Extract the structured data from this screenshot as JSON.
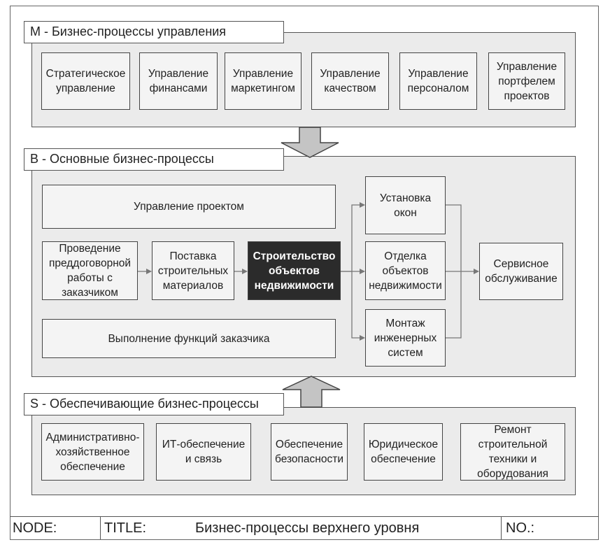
{
  "groups": {
    "m": {
      "label": "M - Бизнес-процессы управления",
      "items": [
        "Стратегическое управление",
        "Управление финансами",
        "Управление маркетингом",
        "Управление качеством",
        "Управление персоналом",
        "Управление портфелем проектов"
      ]
    },
    "b": {
      "label": "B - Основные бизнес-процессы",
      "project_management": "Управление проектом",
      "customer_functions": "Выполнение функций заказчика",
      "pre_contract": "Проведение преддоговорной работы с заказчиком",
      "supply": "Поставка строительных материалов",
      "construction": "Строительство объектов недвижимости",
      "windows": "Установка окон",
      "finishing": "Отделка объектов недвижимости",
      "engineering": "Монтаж инженерных систем",
      "service": "Сервисное обслуживание"
    },
    "s": {
      "label": "S - Обеспечивающие бизнес-процессы",
      "items": [
        "Административно-хозяйственное обеспечение",
        "ИТ-обеспечение и связь",
        "Обеспечение безопасности",
        "Юридическое обеспечение",
        "Ремонт строительной техники и оборудования"
      ]
    }
  },
  "footer": {
    "node": "NODE:",
    "title_label": "TITLE:",
    "title": "Бизнес-процессы верхнего уровня",
    "no": "NO.:"
  }
}
